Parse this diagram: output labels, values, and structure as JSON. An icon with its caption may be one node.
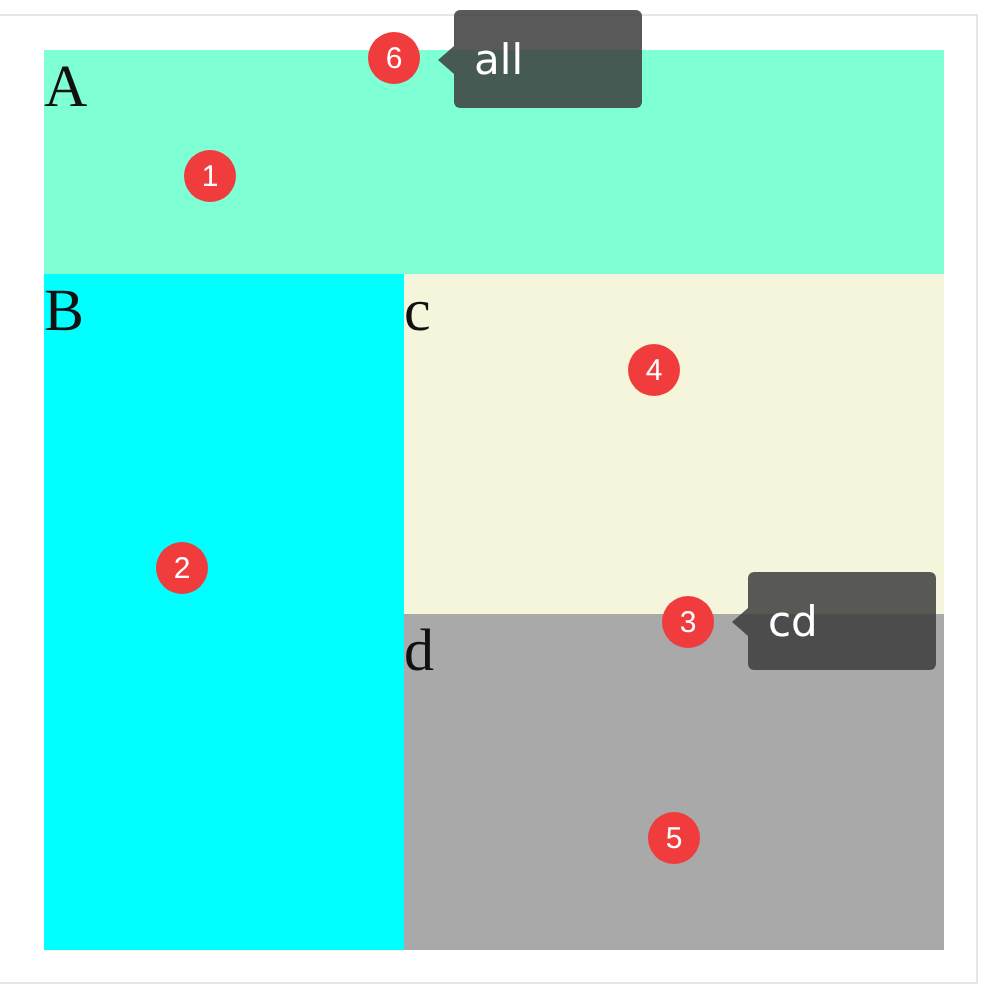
{
  "diagram": {
    "nodes": [
      {
        "text": [
          "A"
        ]
      },
      {
        "text": [
          "1"
        ],
        "in": 0
      },
      {
        "text": [
          "B"
        ]
      },
      {
        "text": [
          "2"
        ],
        "in": 2
      },
      {
        "text": [
          "c"
        ]
      },
      {
        "text": [
          "4"
        ],
        "in": 4
      },
      {
        "text": [
          "d"
        ]
      },
      {
        "text": [
          "5"
        ],
        "in": 6
      },
      {
        "text": [
          "6"
        ],
        "beside": [
          "all"
        ]
      },
      {
        "text": [
          "3"
        ],
        "beside": [
          "cd"
        ]
      }
    ]
  }
}
